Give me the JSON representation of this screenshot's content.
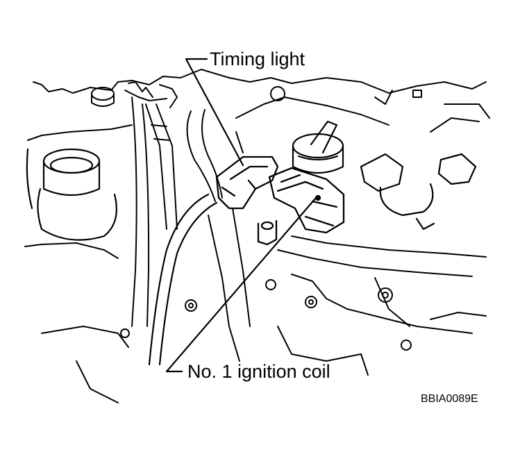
{
  "callouts": {
    "timing_light": "Timing light",
    "ignition_coil": "No. 1 ignition coil"
  },
  "figure_code": "BBIA0089E",
  "colors": {
    "ink": "#000000",
    "paper": "#ffffff"
  }
}
